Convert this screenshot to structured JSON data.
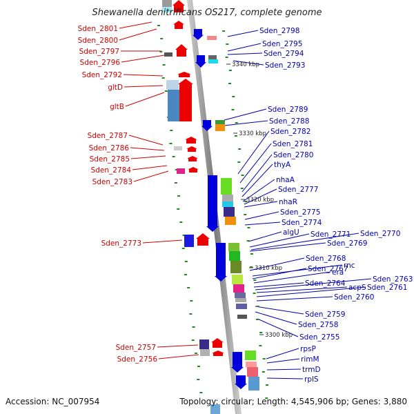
{
  "title": "Shewanella denitrificans OS217, complete genome",
  "accession": "Accession: NC_007954",
  "topology": "Topology: circular; Length: 4,545,906 bp; Genes: 3,880",
  "colors": {
    "forward_gene": "#ee0000",
    "reverse_gene": "#0000dd",
    "left_label": "#cc0000",
    "right_label": "#0000aa",
    "backbone": "#8a8a8a",
    "gc_marker": "#1e8a1e"
  },
  "position_marks": [
    "3340 kbp",
    "3330 kbp",
    "3320 kbp",
    "3310 kbp",
    "3300 kbp"
  ],
  "left_labels": [
    "Sden_2801",
    "Sden_2800",
    "Sden_2797",
    "Sden_2796",
    "Sden_2792",
    "gltD",
    "gltB",
    "Sden_2787",
    "Sden_2786",
    "Sden_2785",
    "Sden_2784",
    "Sden_2783",
    "Sden_2773",
    "Sden_2757",
    "Sden_2756"
  ],
  "right_labels": [
    "Sden_2798",
    "Sden_2795",
    "Sden_2794",
    "Sden_2793",
    "Sden_2789",
    "Sden_2788",
    "Sden_2782",
    "Sden_2781",
    "Sden_2780",
    "thyA",
    "nhaA",
    "Sden_2777",
    "nhaR",
    "Sden_2775",
    "Sden_2774",
    "algU",
    "Sden_2771",
    "Sden_2770",
    "Sden_2769",
    "Sden_2768",
    "rnc",
    "Sden_2767",
    "era",
    "Sden_2764",
    "Sden_2763",
    "acpS",
    "Sden_2761",
    "Sden_2760",
    "Sden_2759",
    "Sden_2758",
    "Sden_2755",
    "rpsP",
    "rimM",
    "trmD",
    "rplS"
  ]
}
